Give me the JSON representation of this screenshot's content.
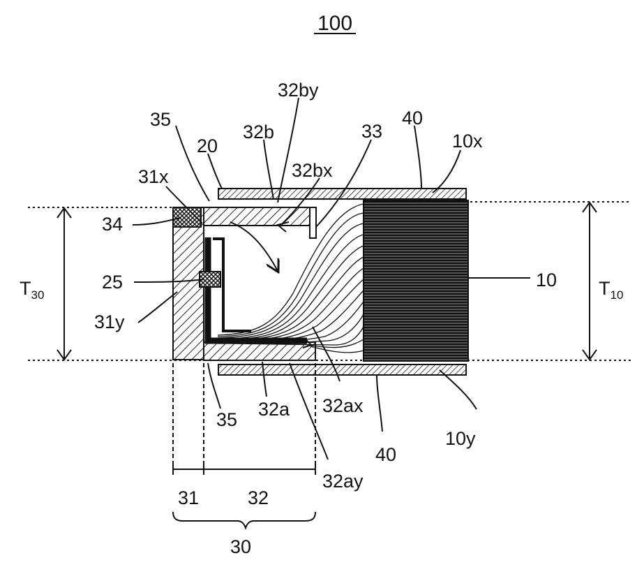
{
  "figure_number": "100",
  "labels": {
    "l35_top": "35",
    "l20": "20",
    "l32b": "32b",
    "l32by": "32by",
    "l33": "33",
    "l40_top": "40",
    "l10x": "10x",
    "l31x": "31x",
    "l32bx": "32bx",
    "l34": "34",
    "l25": "25",
    "l31y": "31y",
    "l10": "10",
    "l35_bot": "35",
    "l32a": "32a",
    "l32ax": "32ax",
    "l40_bot": "40",
    "l10y": "10y",
    "l32ay": "32ay",
    "l31": "31",
    "l32": "32",
    "l30": "30"
  },
  "dimensions": {
    "t30_main": "T",
    "t30_sub": "30",
    "t10_main": "T",
    "t10_sub": "10"
  }
}
